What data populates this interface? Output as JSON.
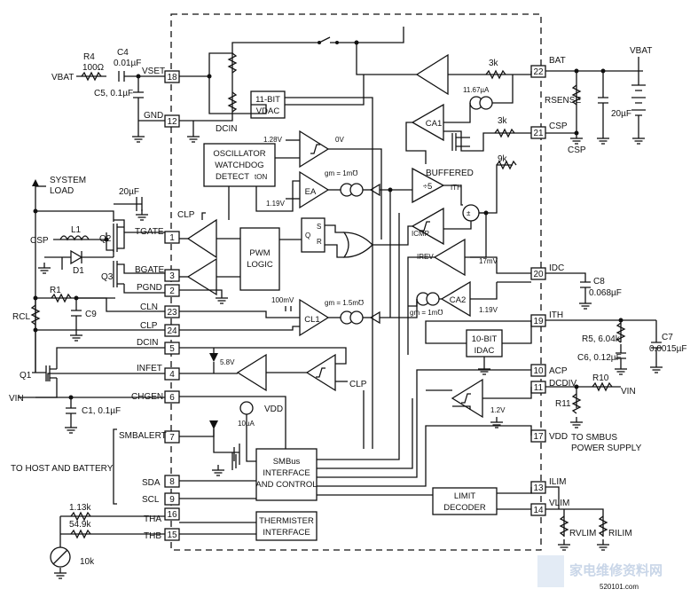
{
  "labels": {
    "r4": "R4",
    "r4_val": "100Ω",
    "c4": "C4",
    "c4_val": "0.01µF",
    "vbat_left": "VBAT",
    "vset": "VSET",
    "c5": "C5, 0.1µF",
    "gnd": "GND",
    "dcin_top": "DCIN",
    "vdac_11bit": "11-BIT",
    "vdac": "VDAC",
    "osc1": "OSCILLATOR",
    "osc2": "WATCHDOG",
    "osc3": "DETECT",
    "ton": "tON",
    "v128": "1.28V",
    "v0": "0V",
    "v119a": "1.19V",
    "ea": "EA",
    "gm1": "gm = 1m℧",
    "sysload1": "SYSTEM",
    "sysload2": "LOAD",
    "c20a": "20µF",
    "clp_top": "CLP",
    "l1": "L1",
    "csp_left": "CSP",
    "q2": "Q2",
    "d1": "D1",
    "q3": "Q3",
    "tgate": "TGATE",
    "bgate": "BGATE",
    "pgnd": "PGND",
    "pwm1": "PWM",
    "pwm2": "LOGIC",
    "q": "Q",
    "s": "S",
    "r": "R",
    "r1": "R1",
    "rcl": "RCL",
    "c9": "C9",
    "cln": "CLN",
    "clp": "CLP",
    "v100m": "100mV",
    "cl1": "CL1",
    "gm15": "gm = 1.5m℧",
    "dcin": "DCIN",
    "q1": "Q1",
    "infet": "INFET",
    "v58": "5.8V",
    "clp_inf": "CLP",
    "vin_left": "VIN",
    "c1": "C1, 0.1µF",
    "chgen": "CHGEN",
    "vdd_mid": "VDD",
    "i10u": "10µA",
    "smbalert": "SMBALERT",
    "tohost": "TO HOST AND BATTERY",
    "sda": "SDA",
    "scl": "SCL",
    "smb1": "SMBus",
    "smb2": "INTERFACE",
    "smb3": "AND CONTROL",
    "r113": "1.13k",
    "r549": "54.9k",
    "tha": "THA",
    "thb": "THB",
    "r10k": "10k",
    "th1": "THERMISTER",
    "th2": "INTERFACE",
    "r3ka": "3k",
    "bat": "BAT",
    "vbat_right": "VBAT",
    "i1167": "11.67µA",
    "rsense": "RSENSE",
    "c20b": "20µF",
    "ca1": "CA1",
    "r3kb": "3k",
    "csp_pin": "CSP",
    "csp_bot": "CSP",
    "buffered": "BUFFERED",
    "ith_buf": "ITH",
    "div5": "÷5",
    "r9k": "9k",
    "icmp": "ICMP",
    "irev": "IREV",
    "v17m": "17mV",
    "idc": "IDC",
    "c8": "C8",
    "c8_val": "0.068µF",
    "ca2": "CA2",
    "gm1b": "gm = 1m℧",
    "v119b": "1.19V",
    "ith": "ITH",
    "r5": "R5, 6.04k",
    "c6": "C6, 0.12µF",
    "c7": "C7",
    "c7_val": "0.0015µF",
    "idac1": "10-BIT",
    "idac2": "IDAC",
    "acp": "ACP",
    "dcdiv": "DCDIV",
    "r10": "R10",
    "vin_right": "VIN",
    "r11": "R11",
    "v12": "1.2V",
    "vdd": "VDD",
    "smbps1": "TO SMBUS",
    "smbps2": "POWER SUPPLY",
    "limit1": "LIMIT",
    "limit2": "DECODER",
    "ilim": "ILIM",
    "vlim": "VLIM",
    "rvlim": "RVLIM",
    "rilim": "RILIM",
    "watermark": "家电维修资料网",
    "watermark_url": "520101.com"
  },
  "pins": {
    "p1": "1",
    "p2": "2",
    "p3": "3",
    "p4": "4",
    "p5": "5",
    "p6": "6",
    "p7": "7",
    "p8": "8",
    "p9": "9",
    "p10": "10",
    "p11": "11",
    "p12": "12",
    "p13": "13",
    "p14": "14",
    "p15": "15",
    "p16": "16",
    "p17": "17",
    "p18": "18",
    "p19": "19",
    "p20": "20",
    "p21": "21",
    "p22": "22",
    "p23": "23",
    "p24": "24"
  }
}
